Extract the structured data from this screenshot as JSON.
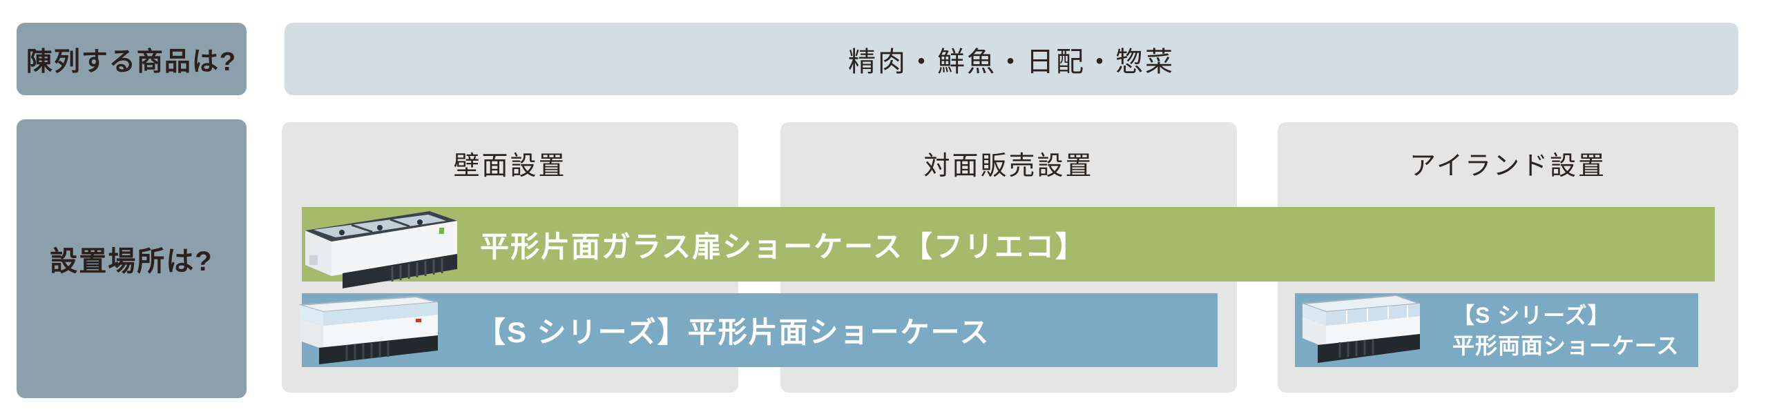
{
  "colors": {
    "steel_box": "#8ba0ab",
    "answer_bar_bg": "#d3dee3",
    "column_bg": "#e5e5e5",
    "green_bar": "#a6ba6c",
    "blue_bar": "#7daac3",
    "dark_text": "#2b201d",
    "white_text": "#ffffff"
  },
  "top_row": {
    "question_label": "陳列する商品は?",
    "answer_label": "精肉・鮮魚・日配・惣菜"
  },
  "placement_row": {
    "question_label": "設置場所は?",
    "columns": [
      {
        "id": "wall",
        "label": "壁面設置"
      },
      {
        "id": "face_to_face",
        "label": "対面販売設置"
      },
      {
        "id": "island",
        "label": "アイランド設置"
      }
    ],
    "products": [
      {
        "label": "平形片面ガラス扉ショーケース【フリエコ】",
        "bar_color": "#a6ba6c",
        "applies_to": [
          "壁面設置",
          "対面販売設置",
          "アイランド設置"
        ],
        "image": "flat-glass-door-showcase-photo"
      },
      {
        "label": "【S シリーズ】平形片面ショーケース",
        "bar_color": "#7daac3",
        "applies_to": [
          "壁面設置",
          "対面販売設置"
        ],
        "image": "flat-single-sided-showcase-photo"
      },
      {
        "label_line1": "【S シリーズ】",
        "label_line2": "平形両面ショーケース",
        "bar_color": "#7daac3",
        "applies_to": [
          "アイランド設置"
        ],
        "image": "flat-double-sided-showcase-photo"
      }
    ]
  }
}
